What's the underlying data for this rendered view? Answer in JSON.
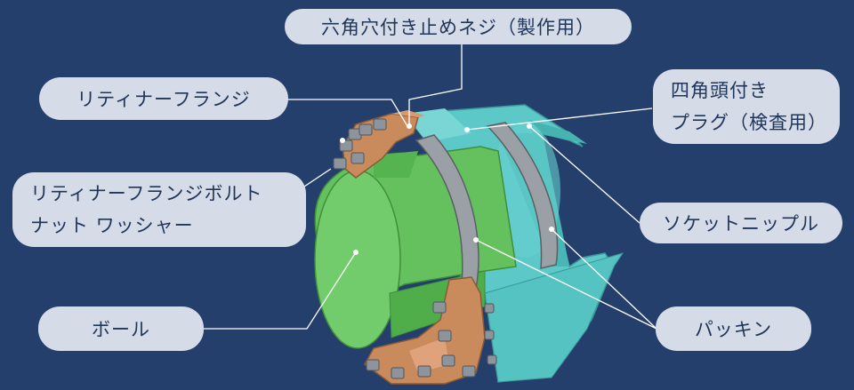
{
  "colors": {
    "background": "#253f6d",
    "callout_fill": "#d5dbe7",
    "callout_text": "#1f3559",
    "leader_line": "#ffffff",
    "pipe_green": "#5fbf5a",
    "socket_teal": "#5cc9c8",
    "flange_copper": "#c98a5c",
    "packing_gray": "#9aa0a6"
  },
  "labels": {
    "set_screw": "六角穴付き止めネジ（製作用）",
    "retainer_flange": "リティナーフランジ",
    "square_plug_line1": "四角頭付き",
    "square_plug_line2": "プラグ（検査用）",
    "flange_bolt_line1": "リティナーフランジボルト",
    "flange_bolt_line2": "ナット ワッシャー",
    "socket_nipple": "ソケットニップル",
    "ball": "ボール",
    "packing": "パッキン"
  }
}
